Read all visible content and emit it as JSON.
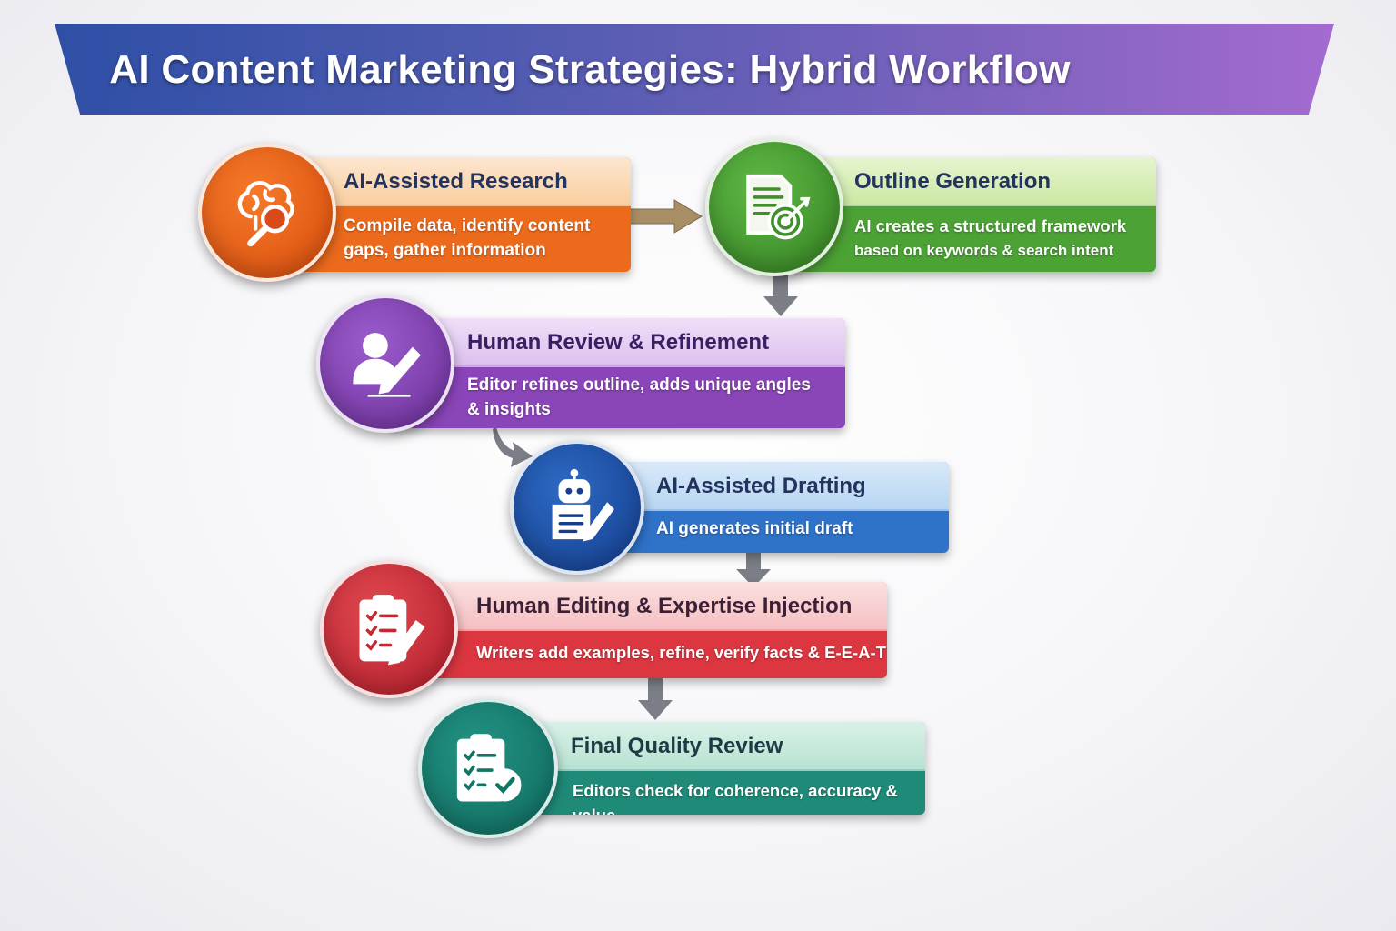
{
  "title": "AI Content Marketing Strategies: Hybrid Workflow",
  "steps": [
    {
      "title": "AI-Assisted Research",
      "desc_lines": [
        "Compile data, identify content",
        "gaps, gather information"
      ],
      "color": "#ec6a1c",
      "icon": "brain-magnifier-icon"
    },
    {
      "title": "Outline Generation",
      "desc_lines": [
        "AI creates a structured framework",
        "based on keywords & search intent"
      ],
      "color": "#4ca235",
      "icon": "document-target-icon"
    },
    {
      "title": "Human Review & Refinement",
      "desc_lines": [
        "Editor refines outline, adds unique angles",
        "& insights"
      ],
      "color": "#8a45b8",
      "icon": "person-pen-icon"
    },
    {
      "title": "AI-Assisted Drafting",
      "desc_lines": [
        "AI generates initial draft"
      ],
      "color": "#2f73c9",
      "icon": "robot-pen-icon"
    },
    {
      "title": "Human Editing & Expertise Injection",
      "desc_lines": [
        "Writers add examples, refine, verify facts & E-E-A-T"
      ],
      "color": "#dc3640",
      "icon": "clipboard-pen-icon"
    },
    {
      "title": "Final Quality Review",
      "desc_lines": [
        "Editors check for coherence, accuracy & value"
      ],
      "color": "#1f8a78",
      "icon": "clipboard-check-icon"
    }
  ]
}
